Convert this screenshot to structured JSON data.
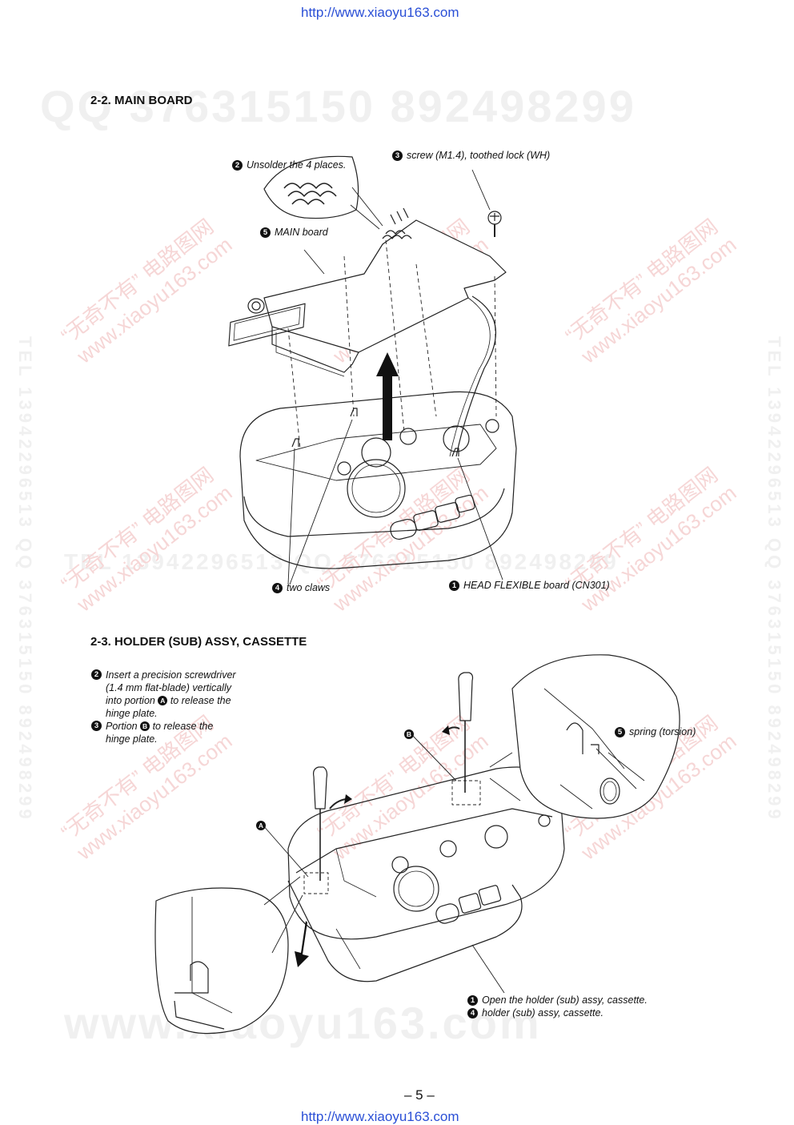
{
  "header": {
    "url": "http://www.xiaoyu163.com"
  },
  "footer": {
    "url": "http://www.xiaoyu163.com",
    "page_number": "– 5 –"
  },
  "watermarks": {
    "qq_top": "QQ 376315150    892498299",
    "tel_mid": "TEL 13942296513   QQ 376315150   892498299",
    "bottom": "www.xiaoyu163.com",
    "vertical": "TEL 13942296513   QQ 376315150   892498299",
    "diag_cn": "“无奇不有” 电路图网",
    "diag_site": "www.xiaoyu163.com"
  },
  "section_main_board": {
    "title": "2-2. MAIN BOARD",
    "labels": {
      "unsolder": {
        "num": "2",
        "text": "Unsolder the 4 places."
      },
      "screw": {
        "num": "3",
        "text": "screw (M1.4), toothed lock (WH)"
      },
      "main_board": {
        "num": "5",
        "text": "MAIN board"
      },
      "two_claws": {
        "num": "4",
        "text": "two claws"
      },
      "head_flex": {
        "num": "1",
        "text": "HEAD FLEXIBLE board (CN301)"
      }
    }
  },
  "section_holder": {
    "title": "2-3. HOLDER (SUB) ASSY, CASSETTE",
    "steps": [
      {
        "num": "2",
        "lines": [
          "Insert a precision screwdriver",
          "(1.4 mm flat-blade) vertically",
          "into portion",
          "to release the",
          "hinge plate."
        ],
        "portion": "A"
      },
      {
        "num": "3",
        "lines": [
          "Portion",
          "to release the",
          "hinge plate."
        ],
        "portion": "B"
      }
    ],
    "labels": {
      "spring": {
        "num": "5",
        "text": "spring (torsion)"
      },
      "point_a": "A",
      "point_b": "B",
      "open_holder": {
        "num": "1",
        "text": "Open the holder (sub) assy, cassette."
      },
      "holder": {
        "num": "4",
        "text": "holder (sub) assy, cassette."
      }
    }
  }
}
